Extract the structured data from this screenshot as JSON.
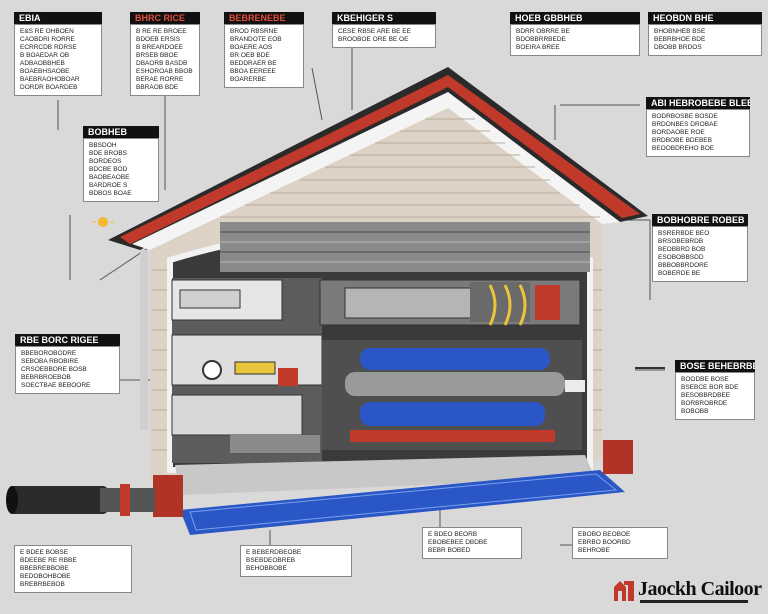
{
  "logo": {
    "text": "Jaockh Cailoor",
    "mark_color": "#c0392b"
  },
  "colors": {
    "accent_red": "#c0392b",
    "accent_blue": "#2a56c6",
    "background": "#d9d9d9"
  },
  "callouts": [
    {
      "header": "EBIA",
      "lines": [
        "E&S RE OHBOEN",
        "CAOBDRI RORRE",
        "ECRRCDB RDRSE",
        "B BOAEDAR OB",
        "ADBAOBBHEB",
        "BOAEBHSAOBE",
        "BAEBRAOHOBOAR",
        "DORDR BOARDEB"
      ]
    },
    {
      "header": "BHRC RICE",
      "red": true,
      "lines": [
        "B RE RE BROEE",
        "BDOEB ERSIS",
        "B BREARDOEE",
        "BRSEB BBOE",
        "DBAORB BASDB",
        "ESHOROAB BBOB",
        "BERAE RORRE",
        "BBRAOB BDE"
      ]
    },
    {
      "header": "BEBRENEBE",
      "red": true,
      "lines": [
        "BROD RBSRNE",
        "BRANDOTE EOB",
        "BOAERE AOS",
        "BR OEB BDE",
        "BEDDRAER BE",
        "BBOA EEREEE",
        "BOARERBE"
      ]
    },
    {
      "header": "KBEHIGER S",
      "lines": [
        "CESE RBSE ARE BE EE",
        "BROOBOE ORE BE OE"
      ]
    },
    {
      "header": "HOEB GBBHEB",
      "lines": [
        "BDRR OBRRE BE",
        "BDOBBRRBEDE",
        "BOEIRA BREE"
      ]
    },
    {
      "header": "HEOBDN BHE",
      "lines": [
        "BHOBNHEB BSE",
        "BEBRBHOE BDE",
        "DBOBB BRDOS"
      ]
    },
    {
      "header": "ABI HEBROBEBE BLEBEB",
      "lines": [
        "BODRBOSBE BOSDE",
        "BRDONBES DROBAE",
        "BORDAOBE ROE",
        "BRDBOBE BDEBEB",
        "BEOOBDREHO BOE"
      ]
    },
    {
      "header": "BOBHEB",
      "lines": [
        "BBSDOH",
        "BDE BROBS",
        "BORDEOS",
        "BDCBE BOD",
        "BAOBEAOBE",
        "BARDROE S",
        "BDBOS BOAE"
      ]
    },
    {
      "header": "BOBHOBRE ROBEB",
      "lines": [
        "BSRERBDE BEO",
        "BRSOBEBRDB",
        "BEOBBRD BOB",
        "ESOBOBBSDD",
        "BBBOBBRDORE",
        "BOBERDE BE"
      ]
    },
    {
      "header": "RBE BORC RIGEE",
      "lines": [
        "BBEBOROBODRE",
        "SEBOBA RBOBIRE",
        "CRSOEBBORE BOSB",
        "BEBRBROEBOB",
        "SOECTBAE BEBOORE"
      ]
    },
    {
      "header": "BOSE BEHEBRBE",
      "lines": [
        "BOODBE BOSE",
        "BSEBCE BOR BDE",
        "BESOBBRDBEE",
        "BORBROBRDE",
        "BOBOBB"
      ]
    },
    {
      "header": "",
      "lines": [
        "E BDEE BOBSE",
        "BDEEBE RE RBBE",
        "BBEBREBBOBE",
        "BEDOBOHBOBE",
        "BREBRBEBOB"
      ]
    },
    {
      "header": "",
      "lines": [
        "E BEBERDBEOBE",
        "BSEBDEOBREB",
        "BEHOBBOBE"
      ]
    },
    {
      "header": "",
      "lines": [
        "E BDEO BEORB",
        "EBOBEBEE DBDBE",
        "BEBR BOBED"
      ]
    },
    {
      "header": "",
      "lines": [
        "EBOBO BEOBOE",
        "EBRBO BOORBD",
        "BEHROBE"
      ]
    }
  ]
}
